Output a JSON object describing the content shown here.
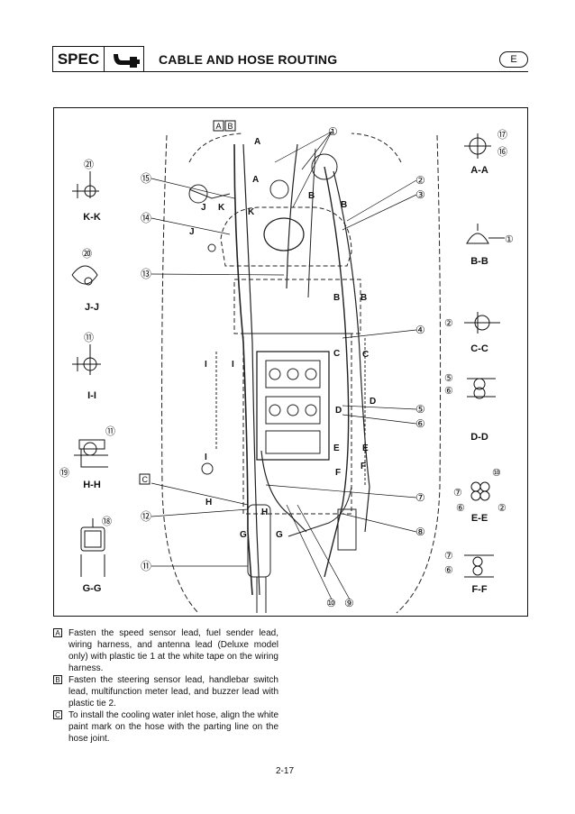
{
  "header": {
    "spec_label": "SPEC",
    "title": "CABLE AND HOSE ROUTING",
    "lang": "E",
    "icon": "wrench-icon"
  },
  "diagram": {
    "top_marks": [
      "A",
      "B"
    ],
    "callouts": [
      "①",
      "②",
      "③",
      "④",
      "⑤",
      "⑥",
      "⑦",
      "⑧",
      "⑨",
      "⑩",
      "⑪",
      "⑫",
      "⑬",
      "⑭",
      "⑮"
    ],
    "section_marks": [
      "A",
      "B",
      "C",
      "D",
      "E",
      "F",
      "G",
      "H",
      "I",
      "J",
      "K"
    ],
    "note_c_mark": "C",
    "left_views": [
      {
        "label": "K-K",
        "callouts": [
          "㉑"
        ]
      },
      {
        "label": "J-J",
        "callouts": [
          "⑳"
        ]
      },
      {
        "label": "I-I",
        "callouts": [
          "⑪"
        ]
      },
      {
        "label": "H-H",
        "callouts": [
          "⑪",
          "⑲"
        ]
      },
      {
        "label": "G-G",
        "callouts": [
          "⑱"
        ]
      }
    ],
    "right_views": [
      {
        "label": "A-A",
        "callouts": [
          "⑰",
          "⑯"
        ]
      },
      {
        "label": "B-B",
        "callouts": [
          "①"
        ]
      },
      {
        "label": "C-C",
        "callouts": [
          "②"
        ]
      },
      {
        "label": "D-D",
        "callouts": [
          "⑤",
          "⑥"
        ]
      },
      {
        "label": "E-E",
        "callouts": [
          "⑩",
          "⑦",
          "⑥",
          "②"
        ]
      },
      {
        "label": "F-F",
        "callouts": [
          "⑦",
          "⑥"
        ]
      }
    ]
  },
  "notes": [
    {
      "mark": "A",
      "text": "Fasten the speed sensor lead, fuel sender lead, wiring harness, and antenna lead (Deluxe model only) with plastic tie 1 at the white tape on the wiring harness."
    },
    {
      "mark": "B",
      "text": "Fasten the steering sensor lead, handlebar switch lead, multifunction meter lead, and buzzer lead with plastic tie 2."
    },
    {
      "mark": "C",
      "text": "To install the cooling water inlet hose, align the white paint mark on the hose with the parting line on the hose joint."
    }
  ],
  "page_number": "2-17"
}
